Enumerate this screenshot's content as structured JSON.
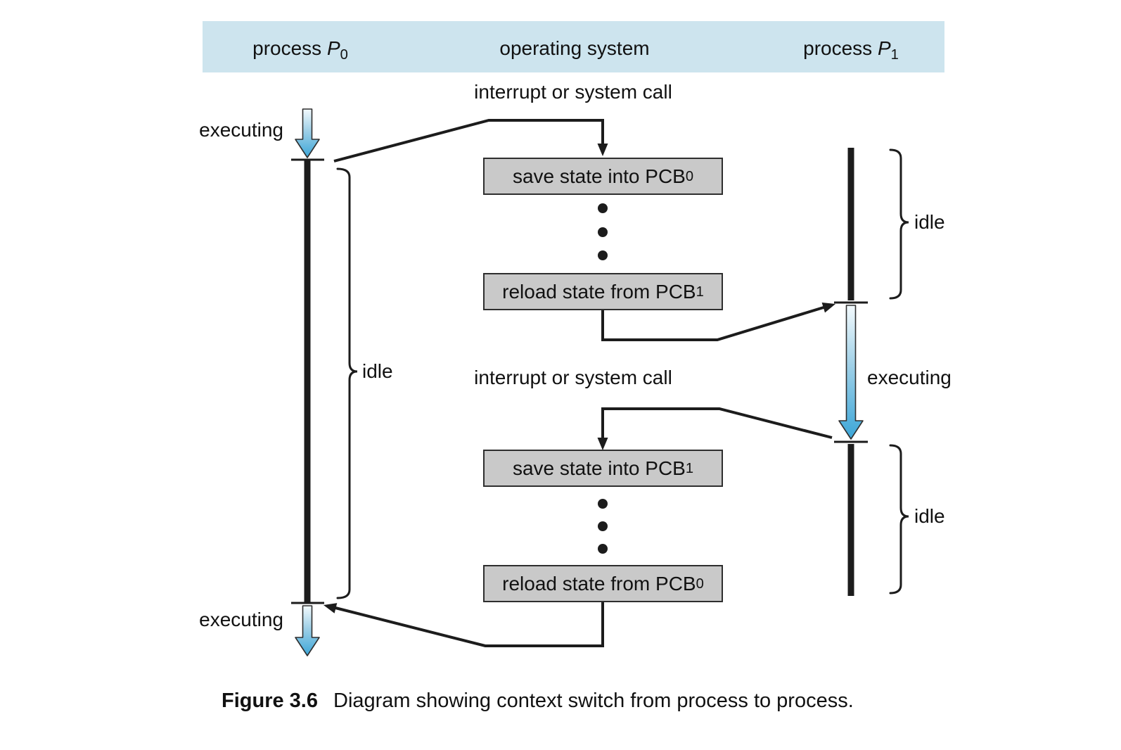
{
  "header": {
    "left": {
      "text": "process ",
      "var": "P",
      "sub": "0"
    },
    "center": "operating system",
    "right": {
      "text": "process ",
      "var": "P",
      "sub": "1"
    }
  },
  "labels": {
    "interrupt_top": "interrupt or system call",
    "interrupt_bottom": "interrupt or system call",
    "executing_p0_top": "executing",
    "executing_p0_bottom": "executing",
    "executing_p1": "executing",
    "idle_p0": "idle",
    "idle_p1_top": "idle",
    "idle_p1_bottom": "idle"
  },
  "boxes": [
    {
      "text": "save state into PCB",
      "sub": "0"
    },
    {
      "text": "reload state from PCB",
      "sub": "1"
    },
    {
      "text": "save state into PCB",
      "sub": "1"
    },
    {
      "text": "reload state from PCB",
      "sub": "0"
    }
  ],
  "caption": {
    "label": "Figure 3.6",
    "text": "Diagram showing context switch from process to process."
  },
  "colors": {
    "header_bg": "#cde4ee",
    "box_bg": "#c9c9c9",
    "box_border": "#2e2e2e",
    "line": "#1c1c1c",
    "arrow_blue": "#3ba6d8",
    "arrow_blue_light": "#f3fafd",
    "text": "#111111"
  }
}
